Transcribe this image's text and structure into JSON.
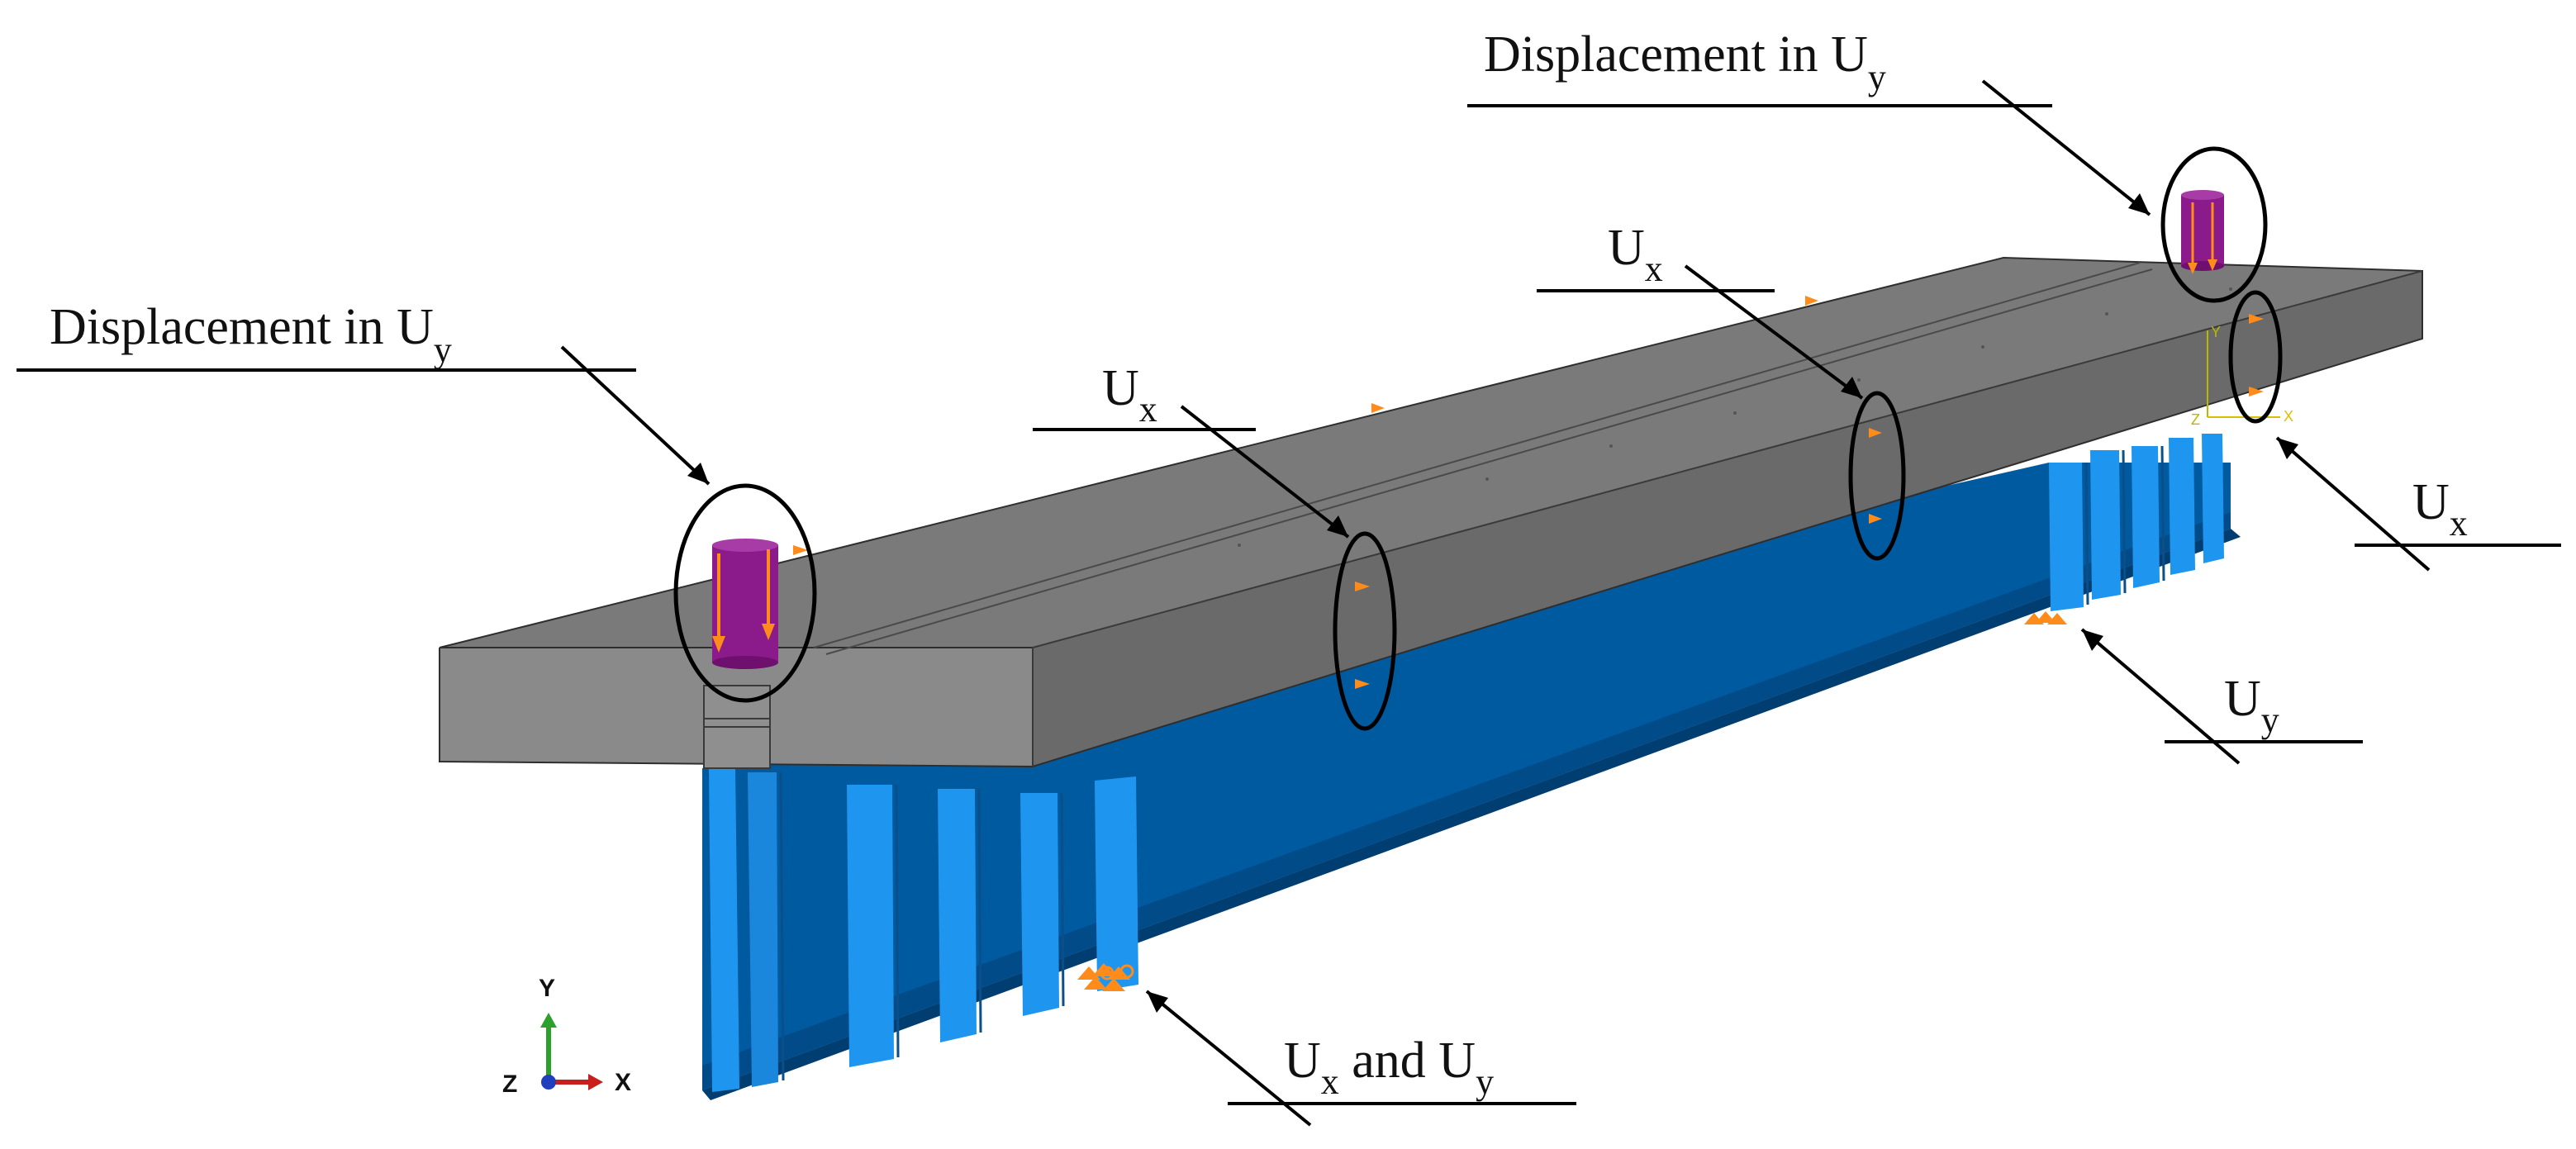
{
  "labels": {
    "disp_left": {
      "main": "Displacement in U",
      "sub": "y"
    },
    "disp_right": {
      "main": "Displacement in U",
      "sub": "y"
    },
    "ux_mid_left": {
      "main": "U",
      "sub": "x"
    },
    "ux_mid_right": {
      "main": "U",
      "sub": "x"
    },
    "ux_end": {
      "main": "U",
      "sub": "x"
    },
    "uy_support": {
      "main": "U",
      "sub": "y"
    },
    "uxuy_support": {
      "main": "U",
      "sub1": "x",
      "mid": " and U",
      "sub2": "y"
    }
  },
  "triad": {
    "y": "Y",
    "x": "X",
    "z": "Z"
  },
  "end_triad": {
    "y": "Y",
    "x": "X",
    "z": "Z"
  },
  "colors": {
    "slab_top": "#7a7a7a",
    "slab_front": "#6e6e6e",
    "slab_end": "#8a8a8a",
    "web": "#005aa0",
    "stiffener": "#1e96f0",
    "stiffener_dark": "#0a6ec8",
    "load_plate": "#8b1a8b",
    "bc_marker": "#ff8c1a",
    "annotation": "#000000"
  }
}
